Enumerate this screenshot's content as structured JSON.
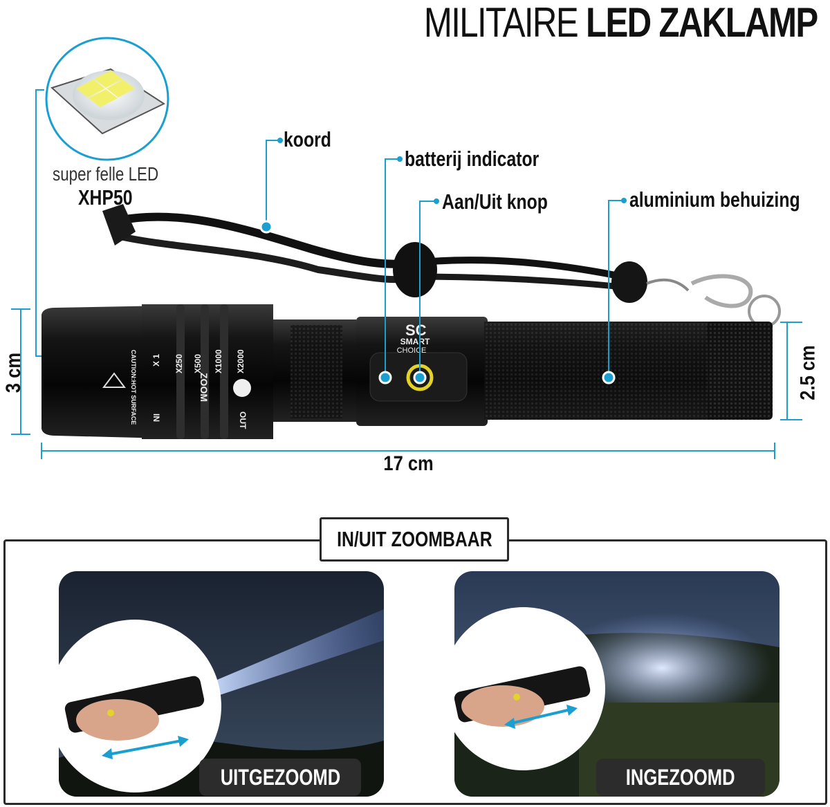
{
  "title": {
    "light": "MILITAIRE",
    "bold": "LED ZAKLAMP"
  },
  "accent_color": "#1a9fd0",
  "led": {
    "caption": "super felle LED",
    "model": "XHP50"
  },
  "callouts": [
    {
      "label": "koord"
    },
    {
      "label": "batterij indicator"
    },
    {
      "label": "Aan/Uit knop"
    },
    {
      "label": "aluminium behuizing"
    }
  ],
  "dimensions": {
    "head_height": "3 cm",
    "tail_height": "2.5 cm",
    "length": "17 cm"
  },
  "product_print": {
    "brand_line1": "SMART",
    "brand_line2": "CHOICE",
    "zoom": "ZOOM",
    "levels": [
      "X 1",
      "X250",
      "X500",
      "X1000",
      "X2000"
    ],
    "in": "IN",
    "out": "OUT",
    "caution": "CAUTION:HOT SURFACE"
  },
  "zoom_section": {
    "title": "IN/UIT ZOOMBAAR",
    "panels": [
      {
        "badge": "UITGEZOOMD",
        "icon": "double-arrow-icon"
      },
      {
        "badge": "INGEZOOMD",
        "icon": "double-arrow-icon"
      }
    ]
  }
}
